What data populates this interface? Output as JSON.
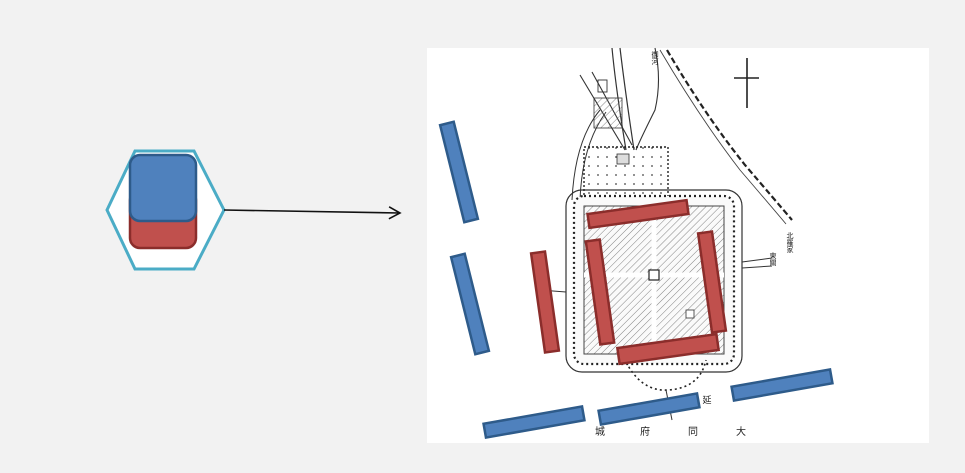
{
  "colors": {
    "background": "#f2f2f2",
    "blue_fill": "#4f81bd",
    "blue_stroke": "#2e5b8a",
    "red_fill": "#c0504d",
    "red_stroke": "#8b2d2b",
    "hexagon_stroke": "#4bacc6",
    "map_ink": "#222222"
  },
  "map": {
    "labels": {
      "bottom_1": "大",
      "bottom_2": "同",
      "bottom_3": "府",
      "bottom_4": "城",
      "top_name": "御河",
      "gate_mark": "延",
      "right_1": "北羅家",
      "right_2": "東關"
    }
  },
  "legend": {
    "icons": [
      "blue-block-icon",
      "red-block-icon"
    ]
  }
}
